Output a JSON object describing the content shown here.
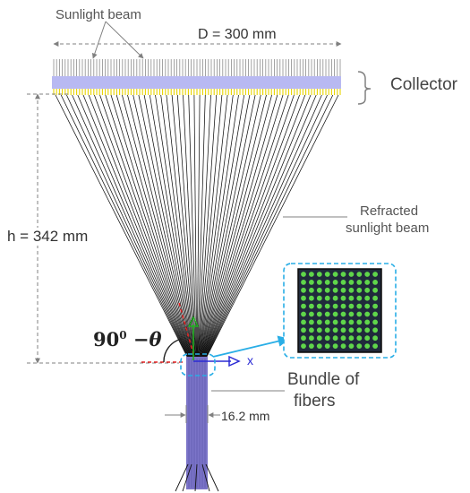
{
  "labels": {
    "sunlight_beam": "Sunlight beam",
    "diameter": "D = 300 mm",
    "collector": "Collector",
    "height": "h = 342 mm",
    "refracted_line1": "Refracted",
    "refracted_line2": "sunlight beam",
    "angle_base": "90",
    "angle_sup": "0",
    "angle_minus": " −",
    "angle_theta": "θ",
    "x_axis": "x",
    "bundle_line1": "Bundle of",
    "bundle_line2": "fibers",
    "fiber_width": "16.2 mm"
  },
  "colors": {
    "collector_band": "#b8b9f2",
    "collector_ticks": "#e8d400",
    "rays": "#111111",
    "fiber_bundle": "#7b74c8",
    "inset_border": "#29aee6",
    "inset_fill": "#202a3c",
    "fiber_dot": "#5fd64a",
    "angle_guide": "#e02020",
    "y_axis": "#21b021",
    "x_axis": "#2b2bd4",
    "dimension_lines": "#808080"
  },
  "icons": {
    "collector_bracket": "curly-brace-icon",
    "x_axis_arrow": "triangle-arrow-icon",
    "y_axis_arrow": "triangle-arrow-icon"
  },
  "inset": {
    "grid_rows": 10,
    "grid_cols": 10
  }
}
